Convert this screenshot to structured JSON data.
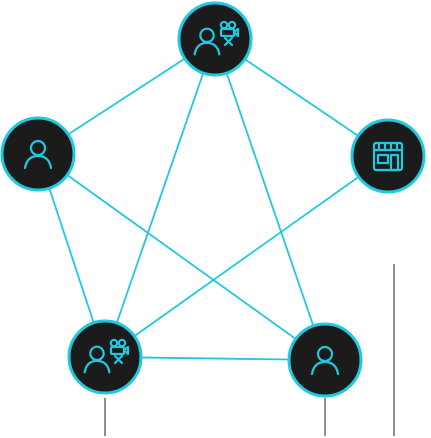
{
  "diagram": {
    "accent_color": "#20c8e0",
    "node_fill": "#1b1b1b",
    "nodes": [
      {
        "id": "top",
        "icon": "person-film-camera-icon"
      },
      {
        "id": "left",
        "icon": "person-icon"
      },
      {
        "id": "right",
        "icon": "storefront-icon"
      },
      {
        "id": "bottom-left",
        "icon": "person-film-camera-icon"
      },
      {
        "id": "bottom-right",
        "icon": "person-icon"
      }
    ],
    "edges": [
      [
        "top",
        "left"
      ],
      [
        "top",
        "right"
      ],
      [
        "top",
        "bottom-left"
      ],
      [
        "top",
        "bottom-right"
      ],
      [
        "left",
        "bottom-left"
      ],
      [
        "left",
        "bottom-right"
      ],
      [
        "right",
        "bottom-left"
      ],
      [
        "bottom-left",
        "bottom-right"
      ]
    ]
  }
}
